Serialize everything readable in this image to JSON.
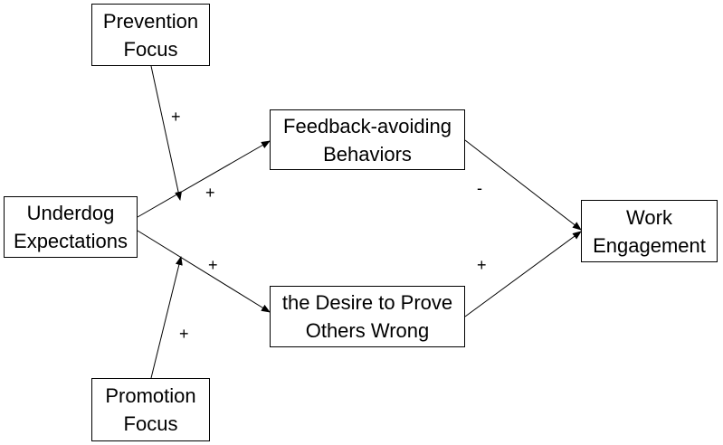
{
  "nodes": {
    "prevention_focus": {
      "line1": "Prevention",
      "line2": "Focus"
    },
    "underdog_expectations": {
      "line1": "Underdog",
      "line2": "Expectations"
    },
    "feedback_avoiding": {
      "line1": "Feedback-avoiding",
      "line2": "Behaviors"
    },
    "desire_to_prove": {
      "line1": "the Desire to Prove",
      "line2": "Others Wrong"
    },
    "work_engagement": {
      "line1": "Work",
      "line2": "Engagement"
    },
    "promotion_focus": {
      "line1": "Promotion",
      "line2": "Focus"
    }
  },
  "edges": {
    "prevention_moderation": {
      "sign": "+"
    },
    "underdog_to_feedback": {
      "sign": "+"
    },
    "underdog_to_desire": {
      "sign": "+"
    },
    "promotion_moderation": {
      "sign": "+"
    },
    "feedback_to_engagement": {
      "sign": "-"
    },
    "desire_to_engagement": {
      "sign": "+"
    }
  },
  "colors": {
    "stroke": "#000000",
    "background": "#ffffff"
  }
}
